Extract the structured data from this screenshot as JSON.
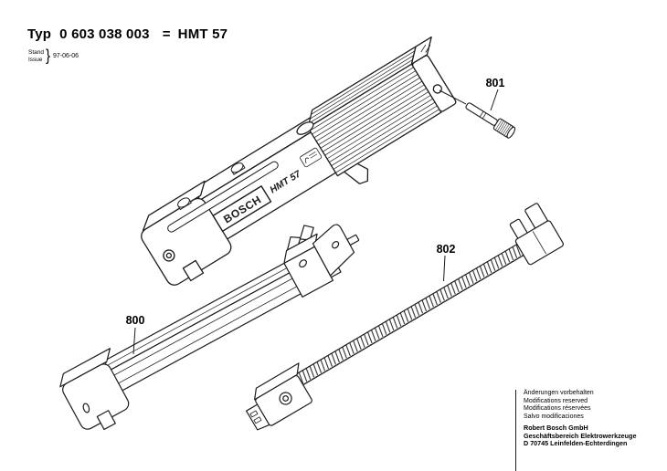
{
  "colors": {
    "ink": "#1c1c1c",
    "background": "#ffffff"
  },
  "header": {
    "typ_label": "Typ",
    "type_number": "0 603 038 003",
    "equals_sign": "=",
    "model": "HMT 57",
    "stand_label": "Stand",
    "issue_label": "Issue",
    "brace": "}",
    "date": "97-06-06"
  },
  "diagram": {
    "tool": {
      "brand_label": "BOSCH",
      "model_marking": "HMT 57"
    },
    "callouts": [
      {
        "id": "800"
      },
      {
        "id": "801"
      },
      {
        "id": "802"
      }
    ]
  },
  "footer": {
    "notices": [
      "Änderungen vorbehalten",
      "Modifications reserved",
      "Modifications réservées",
      "Salvo modificaciones"
    ],
    "company": [
      "Robert Bosch GmbH",
      "Geschäftsbereich Elektrowerkzeuge",
      "D 70745 Leinfelden-Echterdingen"
    ]
  }
}
